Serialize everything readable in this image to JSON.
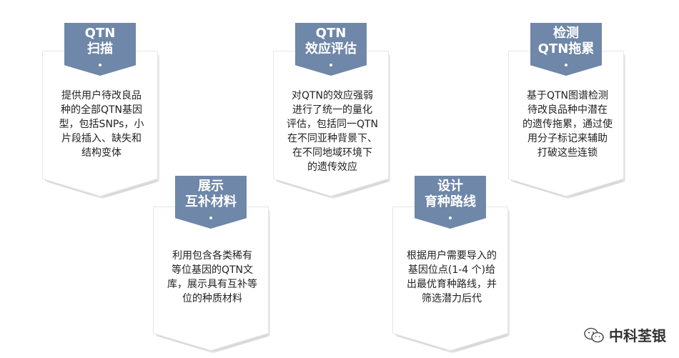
{
  "cards": [
    {
      "id": "scan",
      "title_lines": [
        "QTN",
        "扫描"
      ],
      "text_lines": [
        "提供用户待改良品",
        "种的全部QTN基因",
        "型，包括SNPs，小",
        "片段插入、缺失和",
        "结构变体"
      ]
    },
    {
      "id": "effect",
      "title_lines": [
        "QTN",
        "效应评估"
      ],
      "text_lines": [
        "对QTN的效应强弱",
        "进行了统一的量化",
        "评估，包括同一QTN",
        "在不同亚种背景下、",
        "在不同地域环境下",
        "的遗传效应"
      ]
    },
    {
      "id": "drag",
      "title_lines": [
        "检测",
        "QTN拖累"
      ],
      "text_lines": [
        "基于QTN图谱检测",
        "待改良品种中潜在",
        "的遗传拖累，通过使",
        "用分子标记来辅助",
        "打破这些连锁"
      ]
    },
    {
      "id": "show",
      "title_lines": [
        "展示",
        "互补材料"
      ],
      "text_lines": [
        "利用包含各类稀有",
        "等位基因的QTN文",
        "库，展示具有互补等",
        "位的种质材料"
      ]
    },
    {
      "id": "design",
      "title_lines": [
        "设计",
        "育种路线"
      ],
      "text_lines": [
        "根据用户需要导入的",
        "基因位点(1-4 个)给",
        "出最优育种路线，并",
        "筛选潜力后代"
      ]
    }
  ],
  "watermark": {
    "text": "中科荃银"
  },
  "colors": {
    "tab": "#6f87a8",
    "card": "#ffffff"
  }
}
